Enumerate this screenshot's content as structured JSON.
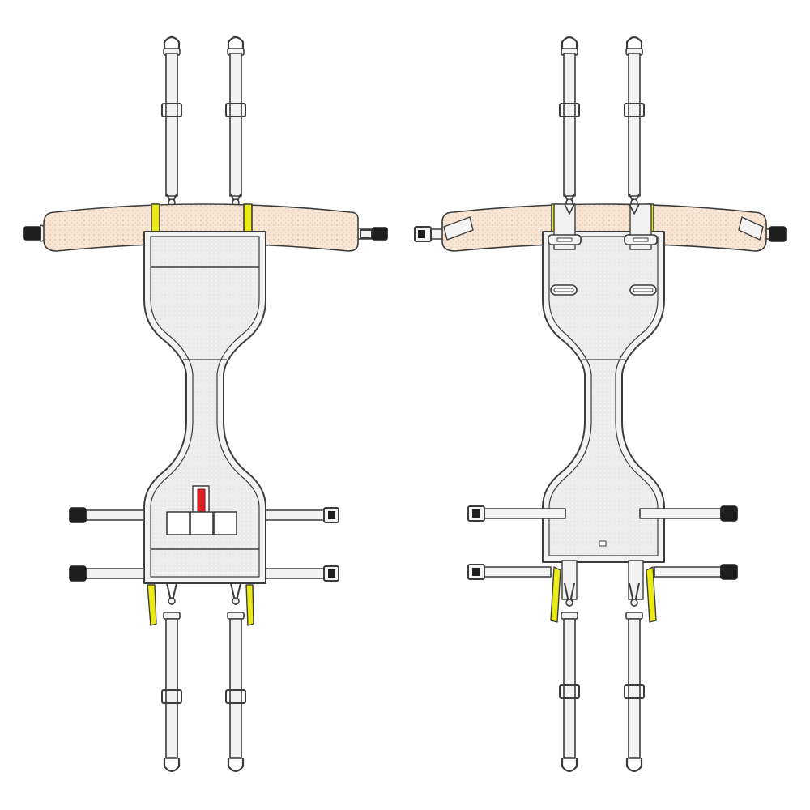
{
  "colors": {
    "background": "#ffffff",
    "outline": "#3c3c3c",
    "mesh_fill": "#ececec",
    "panel_fill": "#f3f3f3",
    "strap_fill": "#f2f2f2",
    "pad_fill": "#f7e6d6",
    "pad_dots": "#e0b79a",
    "yellow": "#ecea16",
    "red": "#e02020",
    "buckle": "#1e1e1e",
    "metal": "#f4f4f4"
  },
  "diagram": {
    "views": [
      {
        "name": "front-view",
        "label": ""
      },
      {
        "name": "back-view",
        "label": ""
      }
    ],
    "labels": [
      {
        "name": "care-label-pocket",
        "text": ""
      },
      {
        "name": "size-tag",
        "text": ""
      }
    ]
  }
}
